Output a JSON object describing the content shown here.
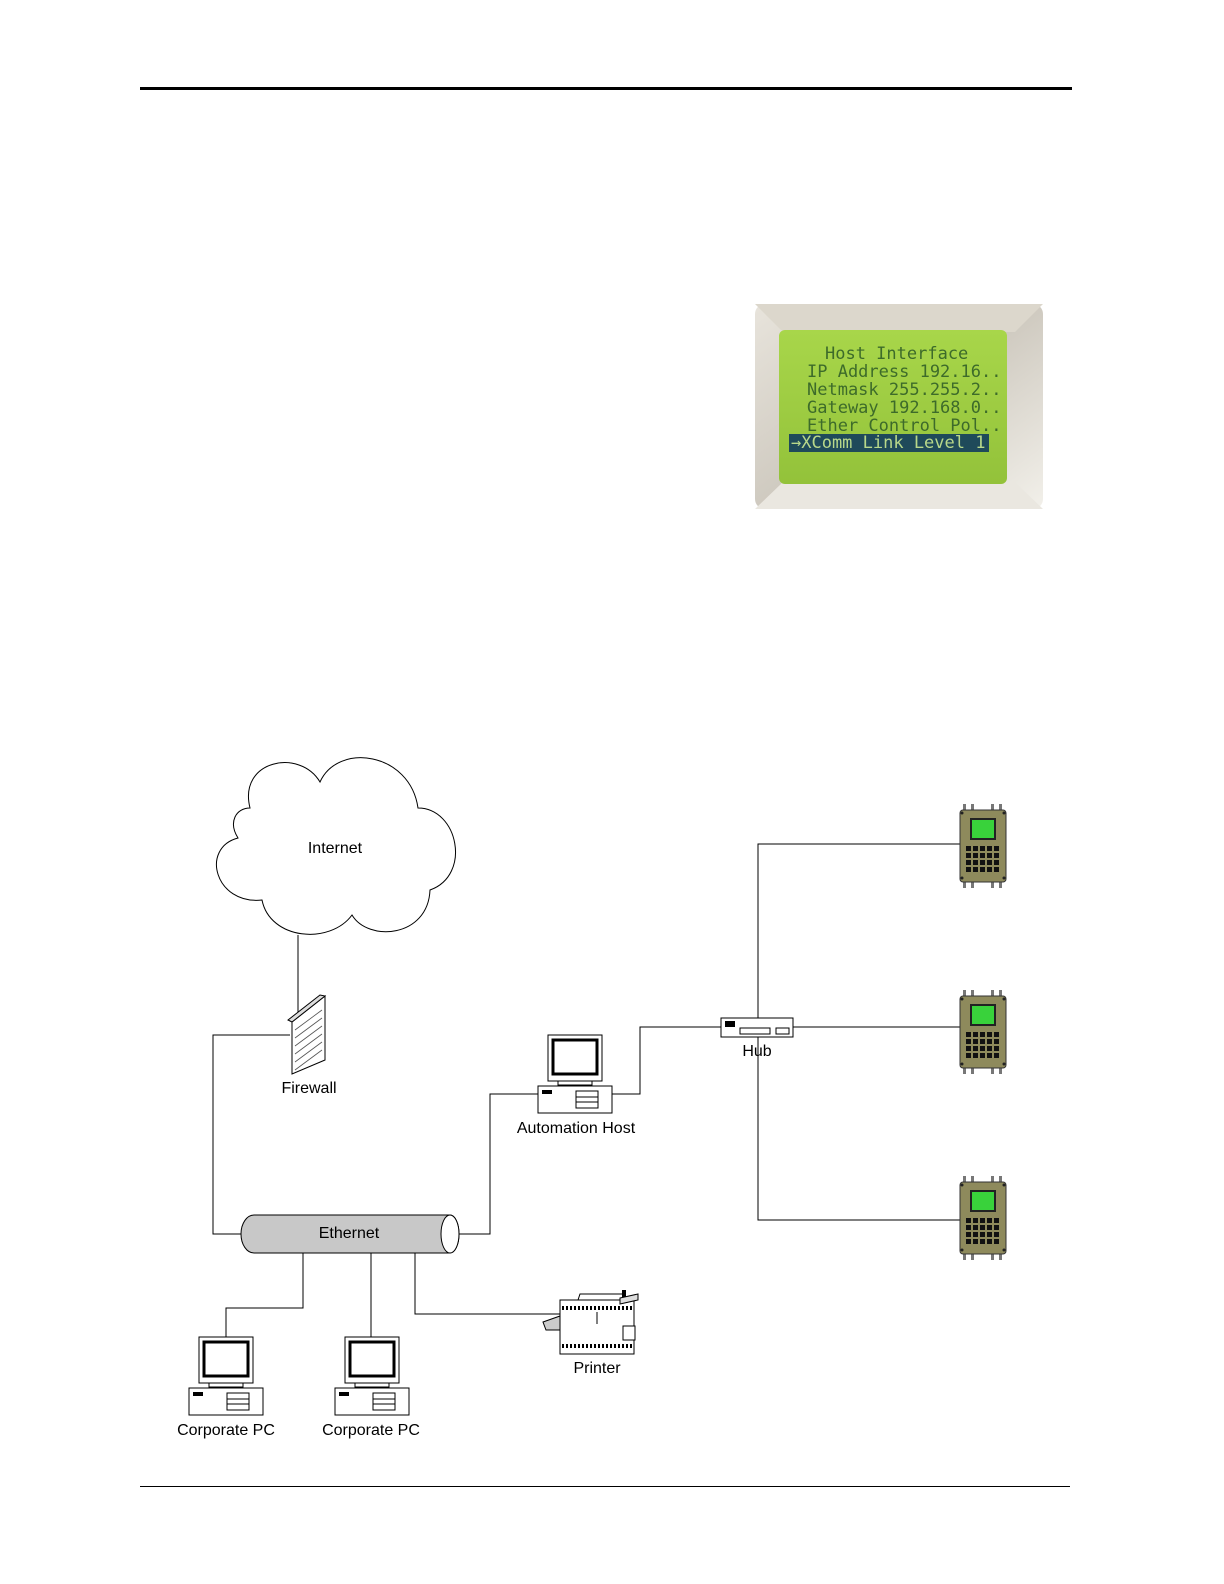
{
  "lcd": {
    "lines": [
      "Host Interface",
      "IP Address 192.16..",
      "Netmask 255.255.2..",
      "Gateway 192.168.0..",
      "Ether Control Pol.."
    ],
    "selected": "→XComm Link    Level 1",
    "screen_color": "#9fcf3e"
  },
  "diagram": {
    "internet": "Internet",
    "firewall": "Firewall",
    "ethernet": "Ethernet",
    "automation_host": "Automation Host",
    "hub": "Hub",
    "printer": "Printer",
    "corporate_pc_1": "Corporate PC",
    "corporate_pc_2": "Corporate PC",
    "terminal_count": 3,
    "terminal_screen_color": "#39d23b",
    "terminal_body_color": "#8e8a5c"
  }
}
